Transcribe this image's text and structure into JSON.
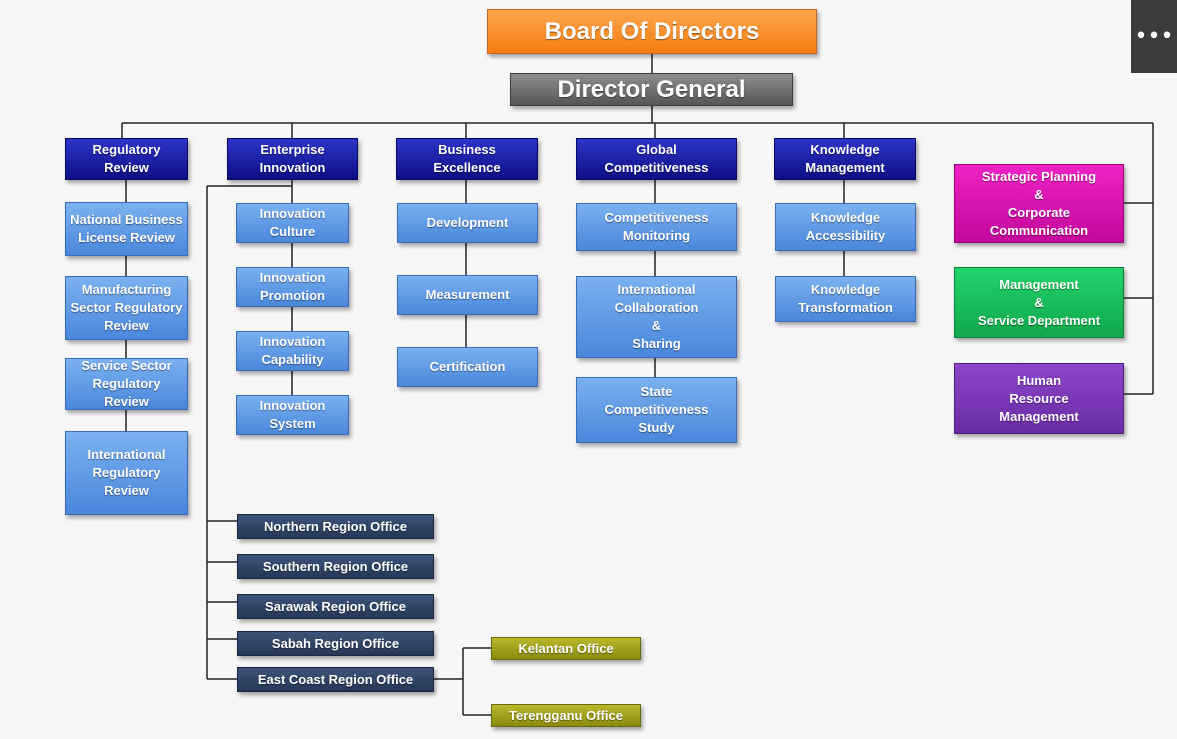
{
  "top": {
    "board": "Board Of Directors",
    "director_general": "Director General"
  },
  "divisions": {
    "regulatory_review": "Regulatory\nReview",
    "enterprise_innovation": "Enterprise\nInnovation",
    "business_excellence": "Business\nExcellence",
    "global_competitiveness": "Global\nCompetitiveness",
    "knowledge_management": "Knowledge\nManagement"
  },
  "regulatory_units": [
    "National Business\nLicense Review",
    "Manufacturing\nSector Regulatory\nReview",
    "Service Sector\nRegulatory\nReview",
    "International\nRegulatory\nReview"
  ],
  "innovation_units": [
    "Innovation\nCulture",
    "Innovation\nPromotion",
    "Innovation\nCapability",
    "Innovation\nSystem"
  ],
  "excellence_units": [
    "Development",
    "Measurement",
    "Certification"
  ],
  "competitiveness_units": [
    "Competitiveness\nMonitoring",
    "International\nCollaboration\n&\nSharing",
    "State\nCompetitiveness\nStudy"
  ],
  "knowledge_units": [
    "Knowledge\nAccessibility",
    "Knowledge\nTransformation"
  ],
  "support": {
    "strategic_planning": "Strategic Planning\n&\nCorporate\nCommunication",
    "management_service": "Management\n&\nService Department",
    "human_resource": "Human\nResource\nManagement"
  },
  "regions": [
    "Northern Region Office",
    "Southern Region Office",
    "Sarawak Region Office",
    "Sabah Region Office",
    "East Coast Region Office"
  ],
  "offices": [
    "Kelantan Office",
    "Terengganu Office"
  ],
  "menu": {
    "icon": "more-horizontal-icon",
    "glyph": "•••"
  },
  "colors": {
    "board": "#f57d0f",
    "director_general": "#555555",
    "division_head": "#0d0f84",
    "unit": "#4a87db",
    "region": "#253856",
    "office": "#8b8a10",
    "strategic": "#c3089c",
    "management": "#10a84c",
    "human_resource": "#6a2ba5",
    "connector": "#222222"
  }
}
